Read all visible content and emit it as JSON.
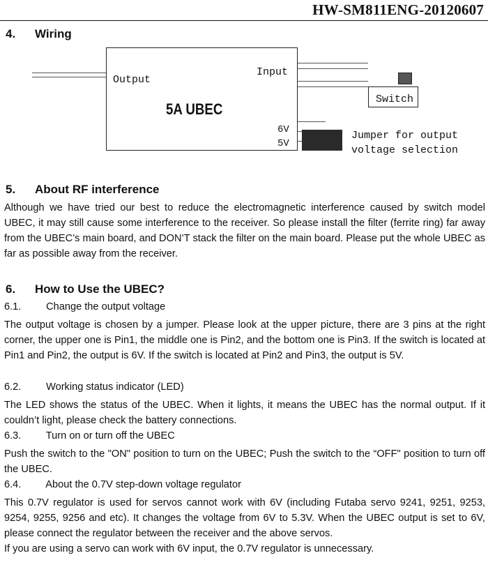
{
  "header": {
    "doc_code": "HW-SM811ENG-20120607"
  },
  "wiring": {
    "number": "4.",
    "title": "Wiring",
    "diagram": {
      "output_label": "Output",
      "input_label": "Input",
      "module_label": "5A UBEC",
      "switch_label": "Switch",
      "pin_6v": "6V",
      "pin_5v": "5V",
      "jumper_line1": "Jumper for output",
      "jumper_line2": "voltage selection"
    }
  },
  "rf": {
    "number": "5.",
    "title": "About RF interference",
    "body": "Although we have tried our best to reduce the electromagnetic interference caused by switch model UBEC, it may still cause some interference to the receiver. So please install the filter (ferrite ring) far away from the UBEC’s main board, and DON’T stack the filter on the main board. Please put the whole UBEC as far as possible away from the receiver."
  },
  "howto": {
    "number": "6.",
    "title": "How to Use the UBEC?",
    "items": [
      {
        "number": "6.1.",
        "title": "Change the output voltage",
        "body": "The output voltage is chosen by a jumper. Please look at the upper picture, there are 3 pins at the right corner, the upper one is Pin1, the middle one is Pin2, and the bottom one is Pin3. If the switch is located at Pin1 and Pin2, the output is 6V. If the switch is located at Pin2 and Pin3, the output is 5V."
      },
      {
        "number": "6.2.",
        "title": "Working status indicator (LED)",
        "body": "The LED shows the status of the UBEC. When it lights, it means the UBEC has the normal output. If it couldn’t light, please check the battery connections."
      },
      {
        "number": "6.3.",
        "title": "Turn on or turn off the UBEC",
        "body": "Push the switch to the \"ON\" position to turn on the UBEC; Push the switch to the “OFF\" position to turn off the UBEC."
      },
      {
        "number": "6.4.",
        "title": "About the 0.7V step-down voltage regulator",
        "body": "This 0.7V regulator is used for servos cannot work with 6V (including Futaba servo 9241, 9251, 9253, 9254, 9255, 9256 and etc). It changes the voltage from 6V to 5.3V. When the UBEC output is set to 6V, please connect the regulator between the receiver and the above servos.",
        "body2": "If you are using a servo can work with 6V input, the 0.7V regulator is unnecessary."
      }
    ]
  }
}
